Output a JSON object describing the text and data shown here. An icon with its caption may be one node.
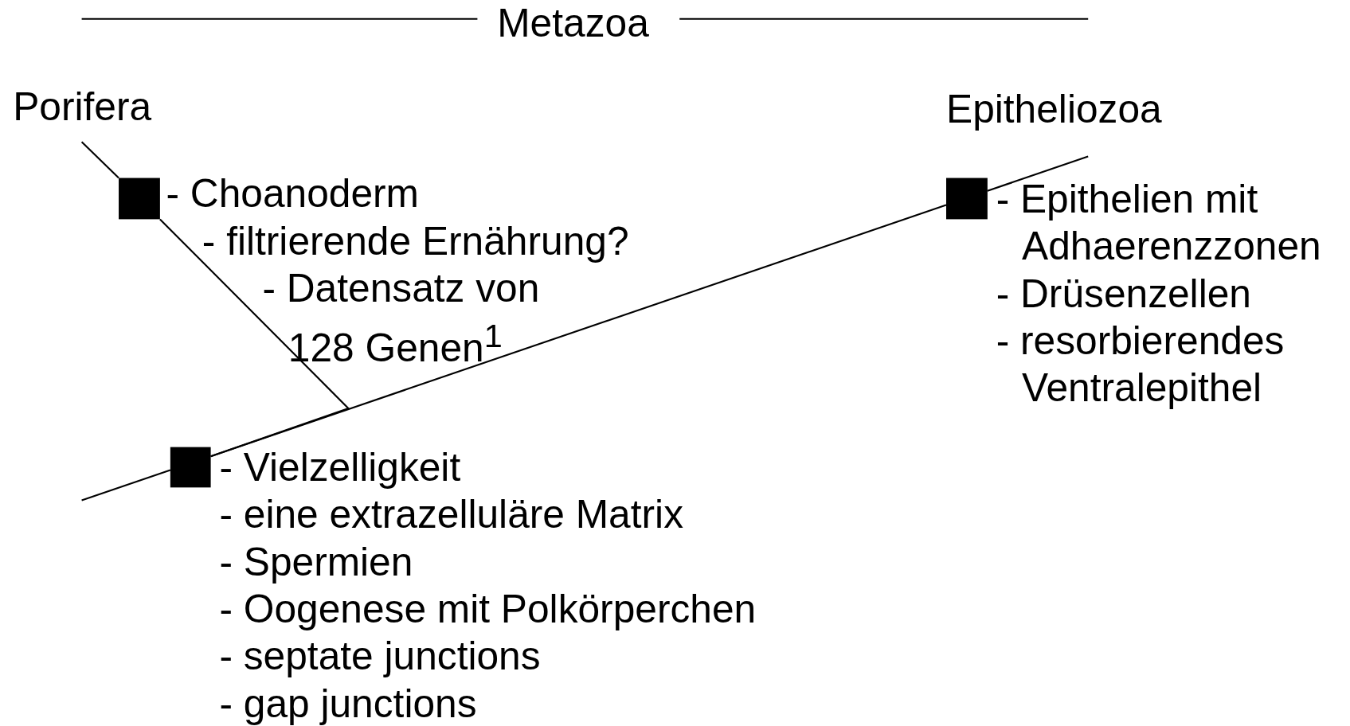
{
  "diagram": {
    "nodes": [
      {
        "text": [
          "Porifera"
        ]
      },
      {
        "text": [
          "Epitheliozoa"
        ]
      },
      {
        "text": [],
        "shape": "box",
        "beside": [
          "- Choanoderm",
          "- filtrierende Ernährung?",
          "- Datensatz von 128 Genen$^{1}$"
        ]
      },
      {
        "text": [],
        "shape": "box",
        "beside": [
          "- Vielzelligkeit",
          "- eine extrazelluläre Matrix",
          "- Spermien",
          "- Oogenese mit Polkörperchen",
          "- septate junctions",
          "- gap junctions"
        ]
      },
      {
        "text": [],
        "shape": "box",
        "beside": [
          "- Epithelien mit Adhaerenzzonen",
          "- Drüsenzellen",
          "- resorbierendes Ventralepithel"
        ]
      }
    ],
    "edges": [
      {
        "from": null,
        "to": 3,
        "arrow": "none"
      },
      {
        "from": 3,
        "to": 2,
        "arrow": "none"
      },
      {
        "from": 2,
        "to": 0,
        "arrow": "none"
      },
      {
        "from": 3,
        "to": 4,
        "arrow": "none"
      },
      {
        "from": 4,
        "to": 1,
        "arrow": "none"
      }
    ],
    "labels": [
      "Metazoa"
    ]
  }
}
